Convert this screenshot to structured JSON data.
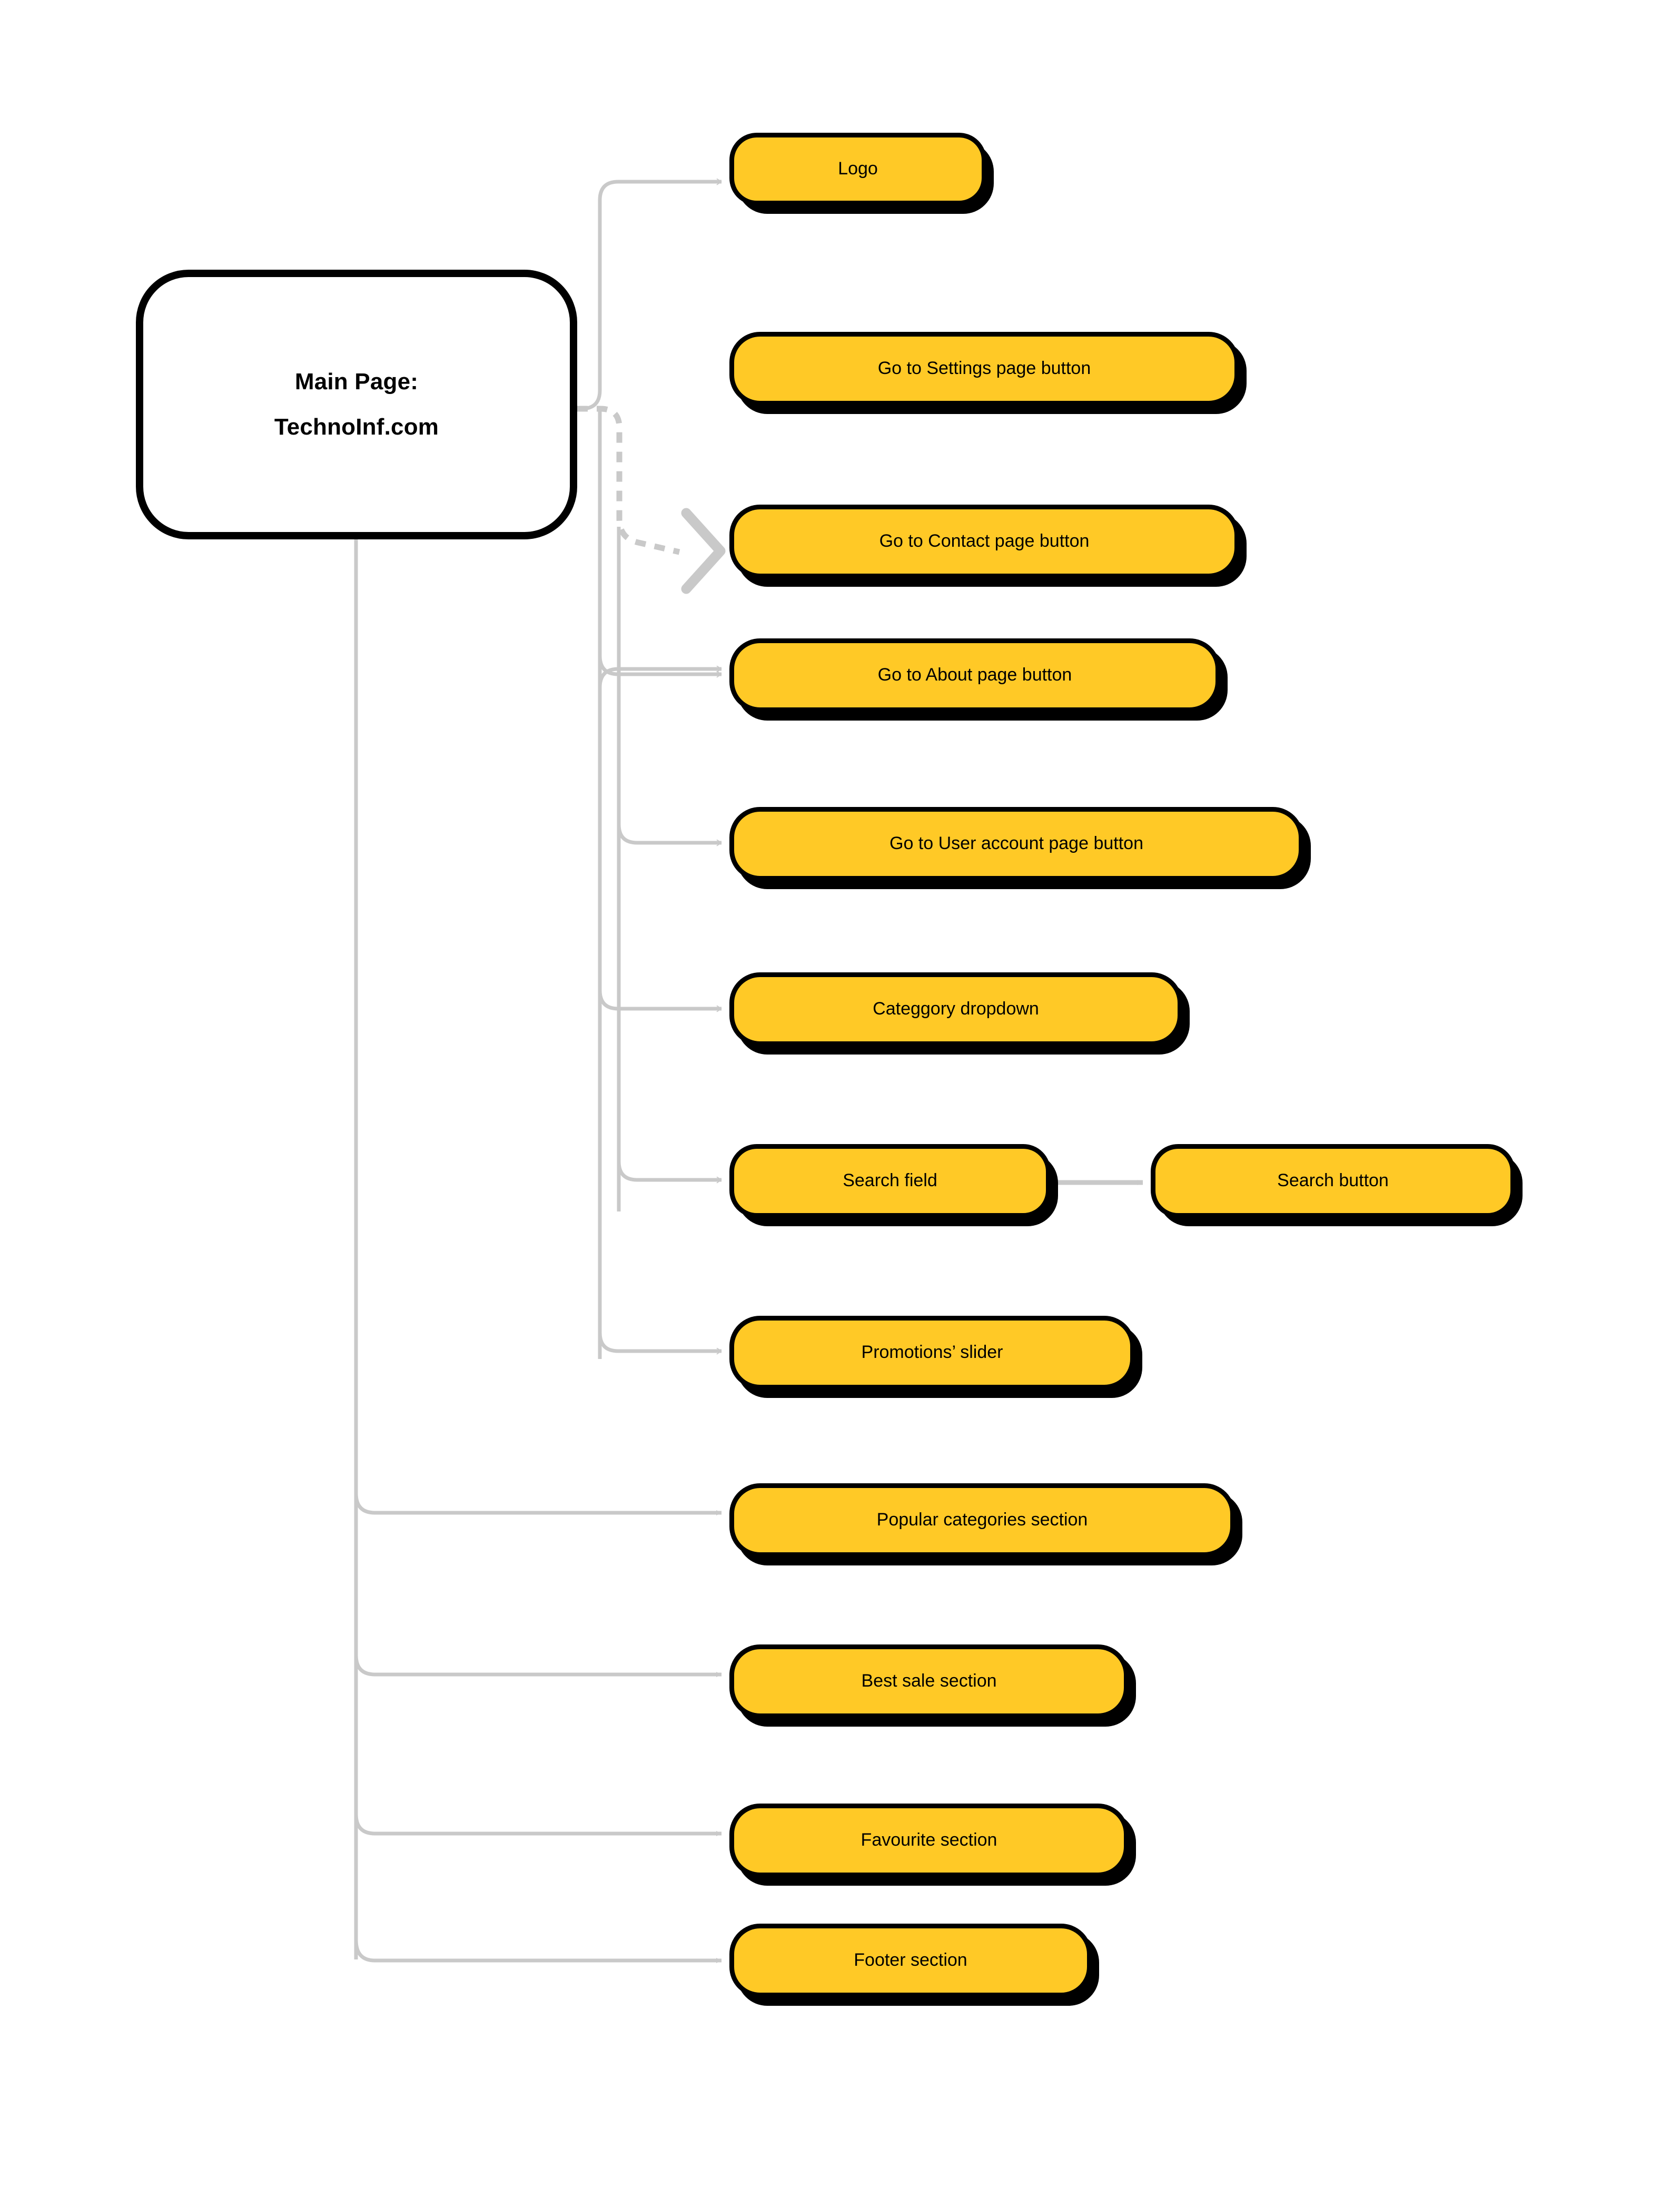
{
  "diagram": {
    "type": "flowchart",
    "title_node": {
      "line1": "Main Page:",
      "line2": "TechnoInf.com"
    },
    "colors": {
      "node_fill": "#FFC926",
      "node_border": "#000000",
      "node_shadow": "#000000",
      "connector": "#C9C9C9",
      "root_fill": "#FFFFFF",
      "root_border": "#000000",
      "background": "#FFFFFF"
    },
    "nodes": [
      {
        "id": "logo",
        "label": "Logo"
      },
      {
        "id": "settings",
        "label": "Go to Settings page button"
      },
      {
        "id": "contact",
        "label": "Go to Contact page button"
      },
      {
        "id": "about",
        "label": "Go to About page button"
      },
      {
        "id": "user-account",
        "label": "Go to User account page button"
      },
      {
        "id": "category",
        "label": "Categgory dropdown"
      },
      {
        "id": "search-field",
        "label": "Search field"
      },
      {
        "id": "search-button",
        "label": "Search button"
      },
      {
        "id": "promotions",
        "label": "Promotions’ slider"
      },
      {
        "id": "popular-categories",
        "label": "Popular categories section"
      },
      {
        "id": "best-sale",
        "label": "Best sale section"
      },
      {
        "id": "favourite",
        "label": "Favourite section"
      },
      {
        "id": "footer",
        "label": "Footer section"
      }
    ],
    "edges": [
      {
        "from": "main-page",
        "to": "logo",
        "style": "solid",
        "arrow": "chevron"
      },
      {
        "from": "main-page",
        "to": "settings",
        "style": "solid",
        "arrow": "chevron"
      },
      {
        "from": "main-page",
        "to": "contact",
        "style": "dashed",
        "arrow": "chevron-large"
      },
      {
        "from": "main-page",
        "to": "about",
        "style": "solid",
        "arrow": "chevron"
      },
      {
        "from": "main-page",
        "to": "user-account",
        "style": "solid",
        "arrow": "chevron"
      },
      {
        "from": "main-page",
        "to": "category",
        "style": "solid",
        "arrow": "chevron"
      },
      {
        "from": "main-page",
        "to": "search-field",
        "style": "solid",
        "arrow": "chevron"
      },
      {
        "from": "search-field",
        "to": "search-button",
        "style": "solid",
        "arrow": "triangle"
      },
      {
        "from": "main-page",
        "to": "promotions",
        "style": "solid",
        "arrow": "chevron"
      },
      {
        "from": "main-page",
        "to": "popular-categories",
        "style": "solid",
        "arrow": "triangle"
      },
      {
        "from": "main-page",
        "to": "best-sale",
        "style": "solid",
        "arrow": "triangle"
      },
      {
        "from": "main-page",
        "to": "favourite",
        "style": "solid",
        "arrow": "triangle"
      },
      {
        "from": "main-page",
        "to": "footer",
        "style": "solid",
        "arrow": "triangle"
      }
    ]
  }
}
